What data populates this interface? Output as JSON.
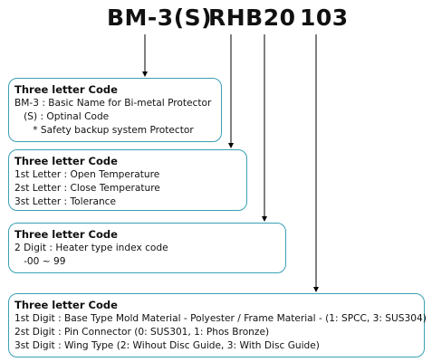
{
  "part_number": {
    "part1": "BM-3(S)",
    "part2": "RHB20",
    "part3": "103"
  },
  "boxes": [
    {
      "title": "Three letter Code",
      "lines": [
        "BM-3 : Basic Name for Bi-metal Protector",
        "   (S) : Optinal Code",
        "      * Safety backup system Protector"
      ]
    },
    {
      "title": "Three letter Code",
      "lines": [
        "1st Letter : Open Temperature",
        "2st Letter : Close Temperature",
        "3st Letter : Tolerance"
      ]
    },
    {
      "title": "Three letter Code",
      "lines": [
        "2 Digit : Heater type index code",
        "   -00 ~ 99"
      ]
    },
    {
      "title": "Three letter Code",
      "lines": [
        "1st Digit : Base Type Mold Material - Polyester / Frame Material - (1: SPCC, 3: SUS304)",
        "2st Digit : Pin Connector (0: SUS301, 1: Phos Bronze)",
        "3st Digit : Wing Type (2: Wihout Disc Guide, 3: With Disc Guide)"
      ]
    }
  ],
  "colors": {
    "box_border": "#3aa0b5",
    "connector": "#000000"
  }
}
